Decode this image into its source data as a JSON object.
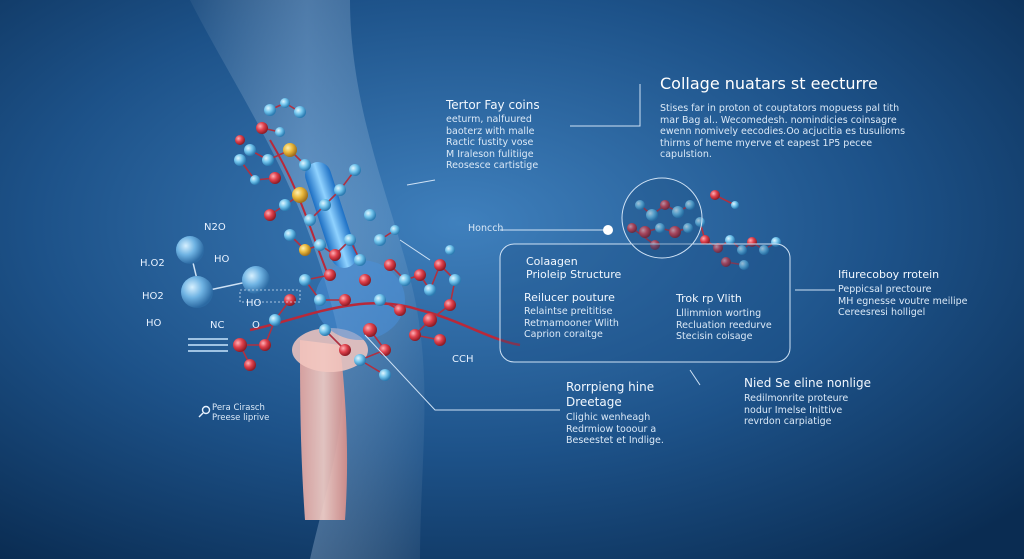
{
  "title": "Collage nuatars st eecturre",
  "title_desc": "Stises far in proton ot couptators mopuess pal tith\nmar Bag al.. Wecomedesh. nomindicies coinsagre\newenn nomively eecodies.Oo acjucitia es tusulioms\nthirms of heme myerve et eapest 1P5 pecee\ncapulstion.",
  "left_callout": {
    "heading": "Tertor Fay coins",
    "body": "eeturm, nalfuured\nbaoterz with malle\nRactic fustity vose\nM Iraleson fulitiige\nReosesce cartistige"
  },
  "honcch": "Honcch",
  "center_panel": {
    "heading": "Colaagen\nPrioleip Structure",
    "subheading": "Reilucer pouture",
    "body": "Relaintse preititise\nRetmamooner Wlith\nCaprion coraitge"
  },
  "right_panel": {
    "heading": "Trok rp Vlith",
    "body": "Lllimmion worting\nRecluation reedurve\nStecisin coisage"
  },
  "far_right": {
    "heading": "Ifiurecoboy rrotein",
    "body": "Peppicsal prectoure\nMH egnesse voutre meilipe\nCereesresi holligel"
  },
  "lower_center": {
    "heading": "Rorrpieng hine\nDreetage",
    "body": "Clighic wenheagh\nRedrmiow tooour a\nBeseestet et Indlige."
  },
  "lower_right": {
    "heading": "Nied Se eline nonlige",
    "body": "Redilmonrite proteure\nnodur Imelse Inittive\nrevrdon carpiatige"
  },
  "left_bottom": {
    "label": "Pera Cirasch\nPreese liprive"
  },
  "chem_labels": [
    "N2O",
    "H.O2",
    "HO",
    "HO2",
    "HO",
    "HO",
    "NC",
    "O",
    "CCH"
  ],
  "icons": [
    "knee-joint-icon",
    "molecule-icon",
    "search-icon"
  ],
  "colors": {
    "background": "#0f3a66",
    "background_light": "#2d6aa3",
    "atom_red": "#d83a45",
    "atom_blue": "#6fc0e8",
    "atom_yellow": "#e8b43a",
    "bond": "#b03040",
    "line": "#cfe2f5"
  }
}
